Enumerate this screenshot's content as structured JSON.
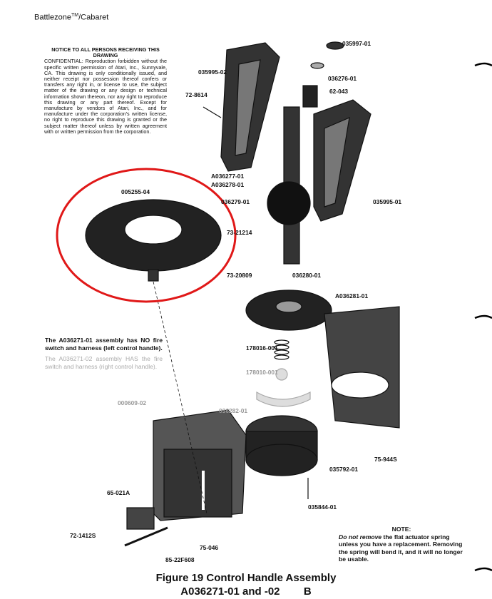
{
  "header": {
    "title": "Battlezone",
    "tm": "TM",
    "suffix": "/Cabaret"
  },
  "notice": {
    "title": "NOTICE TO ALL PERSONS RECEIVING THIS DRAWING",
    "body": "CONFIDENTIAL: Reproduction forbidden without the specific written permission of Atari, Inc., Sunnyvale, CA. This drawing is only conditionally issued, and neither receipt nor possession thereof confers or transfers any right in, or license to use, the subject matter of the drawing or any design or technical information shown thereon, nor any right to reproduce this drawing or any part thereof. Except for manufacture by vendors of Atari, Inc., and for manufacture under the corporation's written license, no right to reproduce this drawing is granted or the subject matter thereof unless by written agreement with or written permission from the corporation."
  },
  "assembly_notes": {
    "a01": "The A036271-01 assembly has NO fire switch and harness (left control handle).",
    "a02": "The A036271-02 assembly HAS the fire switch and harness (right control handle)."
  },
  "note": {
    "title": "NOTE:",
    "emph": "Do not remove",
    "body": " the flat actuator spring unless you have a replacement. Removing the spring will bend it, and it will no longer be usable."
  },
  "parts": [
    "035997-01",
    "035995-02",
    "036276-01",
    "62-043",
    "72-8614",
    "A036277-01",
    "A036278-01",
    "005255-04",
    "036279-01",
    "035995-01",
    "73-21214",
    "73-20809",
    "036280-01",
    "A036281-01",
    "178016-001",
    "178010-001",
    "000609-02",
    "036282-01",
    "035792-01",
    "75-944S",
    "65-021A",
    "035844-01",
    "72-1412S",
    "75-046",
    "85-22F608"
  ],
  "caption": {
    "line1": "Figure 19   Control Handle Assembly",
    "line2": "A036271-01 and -02        B"
  },
  "colors": {
    "highlight": "#e01818"
  }
}
